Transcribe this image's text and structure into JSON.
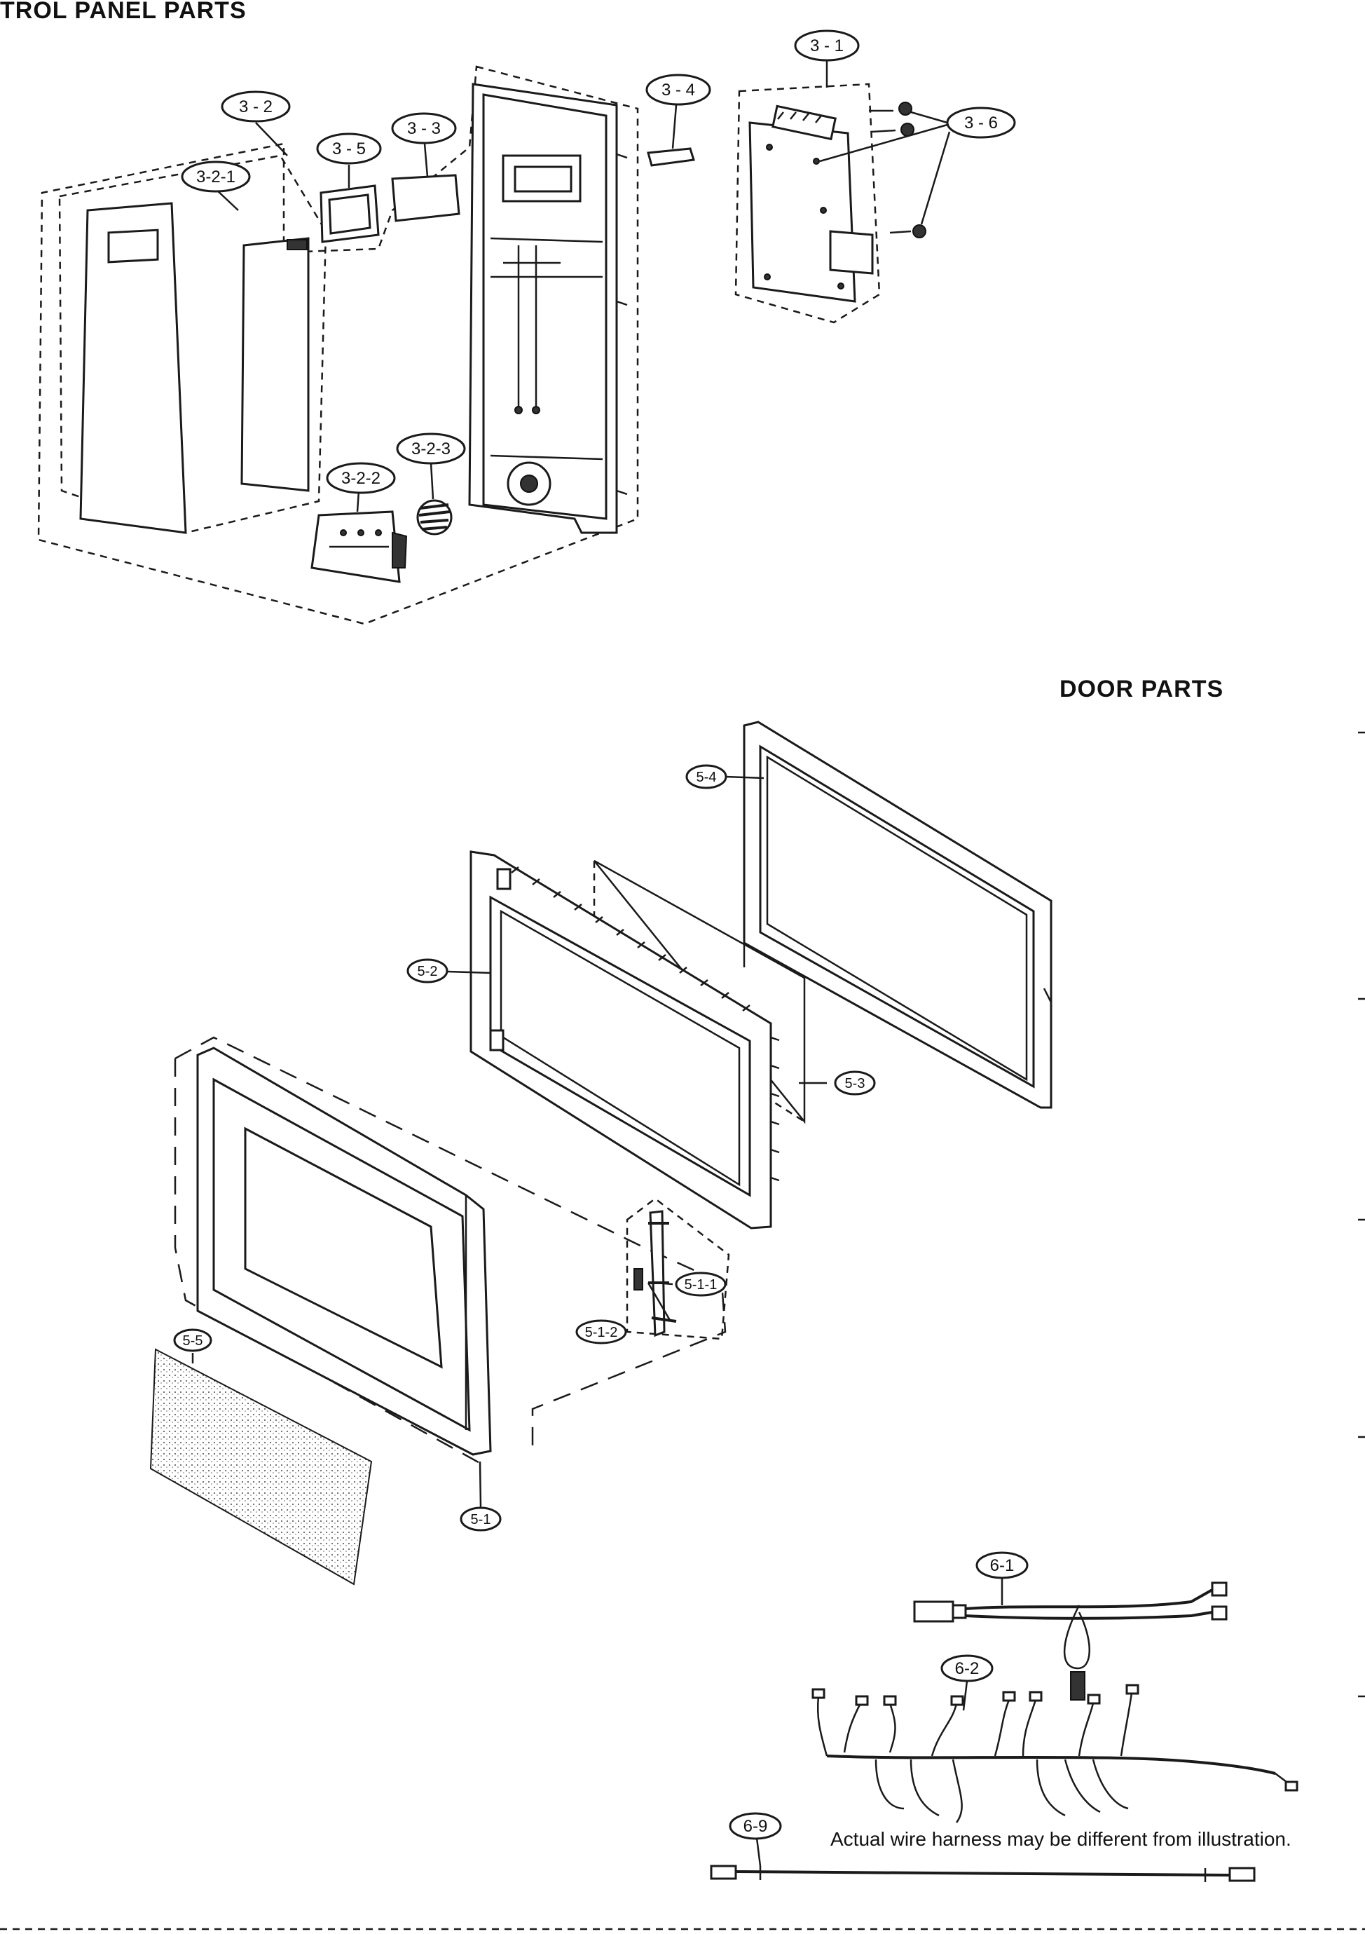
{
  "headings": {
    "control_panel": "TROL PANEL PARTS",
    "door": "DOOR PARTS"
  },
  "note": "Actual wire harness may be different from illustration.",
  "callouts": {
    "c3_1": "3 - 1",
    "c3_2": "3 - 2",
    "c3_2_1": "3-2-1",
    "c3_2_2": "3-2-2",
    "c3_2_3": "3-2-3",
    "c3_3": "3 - 3",
    "c3_4": "3 - 4",
    "c3_5": "3 - 5",
    "c3_6": "3 - 6",
    "c5_1": "5-1",
    "c5_1_1": "5-1-1",
    "c5_1_2": "5-1-2",
    "c5_2": "5-2",
    "c5_3": "5-3",
    "c5_4": "5-4",
    "c5_5": "5-5",
    "c6_1": "6-1",
    "c6_2": "6-2",
    "c6_9": "6-9"
  }
}
